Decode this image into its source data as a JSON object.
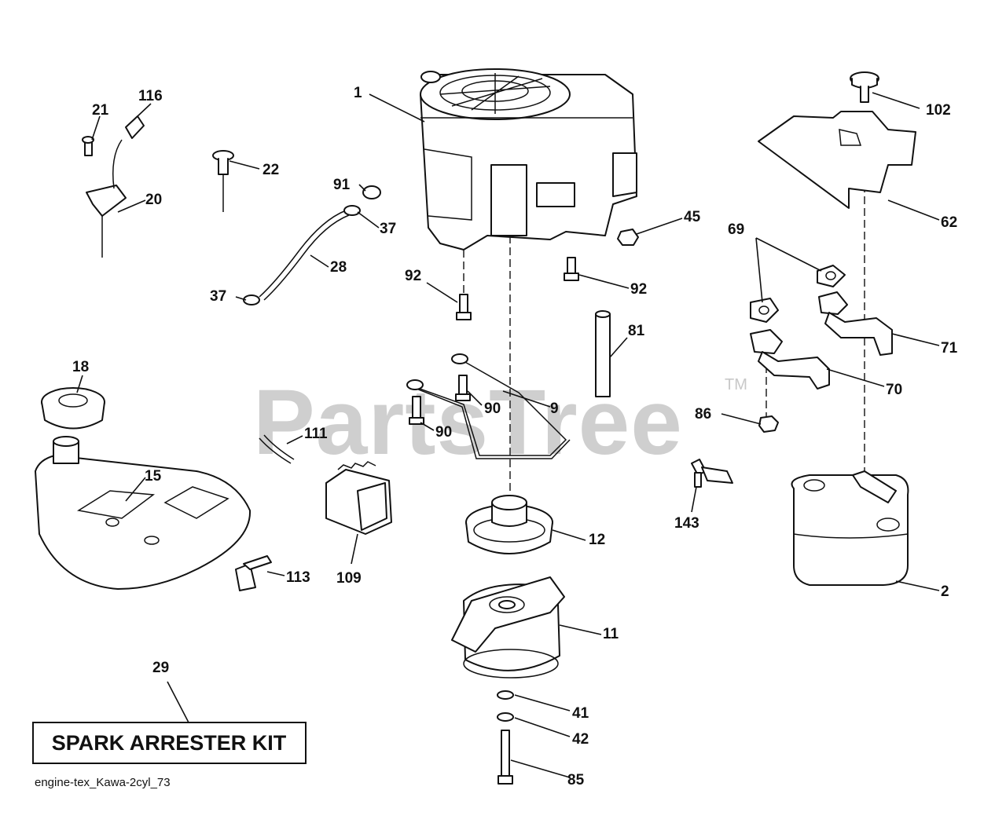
{
  "watermark": {
    "text": "PartsTree",
    "trademark": "TM"
  },
  "kit_label": "SPARK ARRESTER KIT",
  "drawing_id": "engine-tex_Kawa-2cyl_73",
  "callouts": {
    "c1": "1",
    "c2": "2",
    "c9": "9",
    "c11": "11",
    "c12": "12",
    "c15": "15",
    "c18": "18",
    "c20": "20",
    "c21": "21",
    "c22": "22",
    "c28": "28",
    "c29": "29",
    "c37a": "37",
    "c37b": "37",
    "c41": "41",
    "c42": "42",
    "c45": "45",
    "c62": "62",
    "c69": "69",
    "c70": "70",
    "c71": "71",
    "c81": "81",
    "c85": "85",
    "c86": "86",
    "c90a": "90",
    "c90b": "90",
    "c91": "91",
    "c92a": "92",
    "c92b": "92",
    "c102": "102",
    "c109": "109",
    "c111": "111",
    "c113": "113",
    "c116": "116",
    "c143": "143"
  }
}
